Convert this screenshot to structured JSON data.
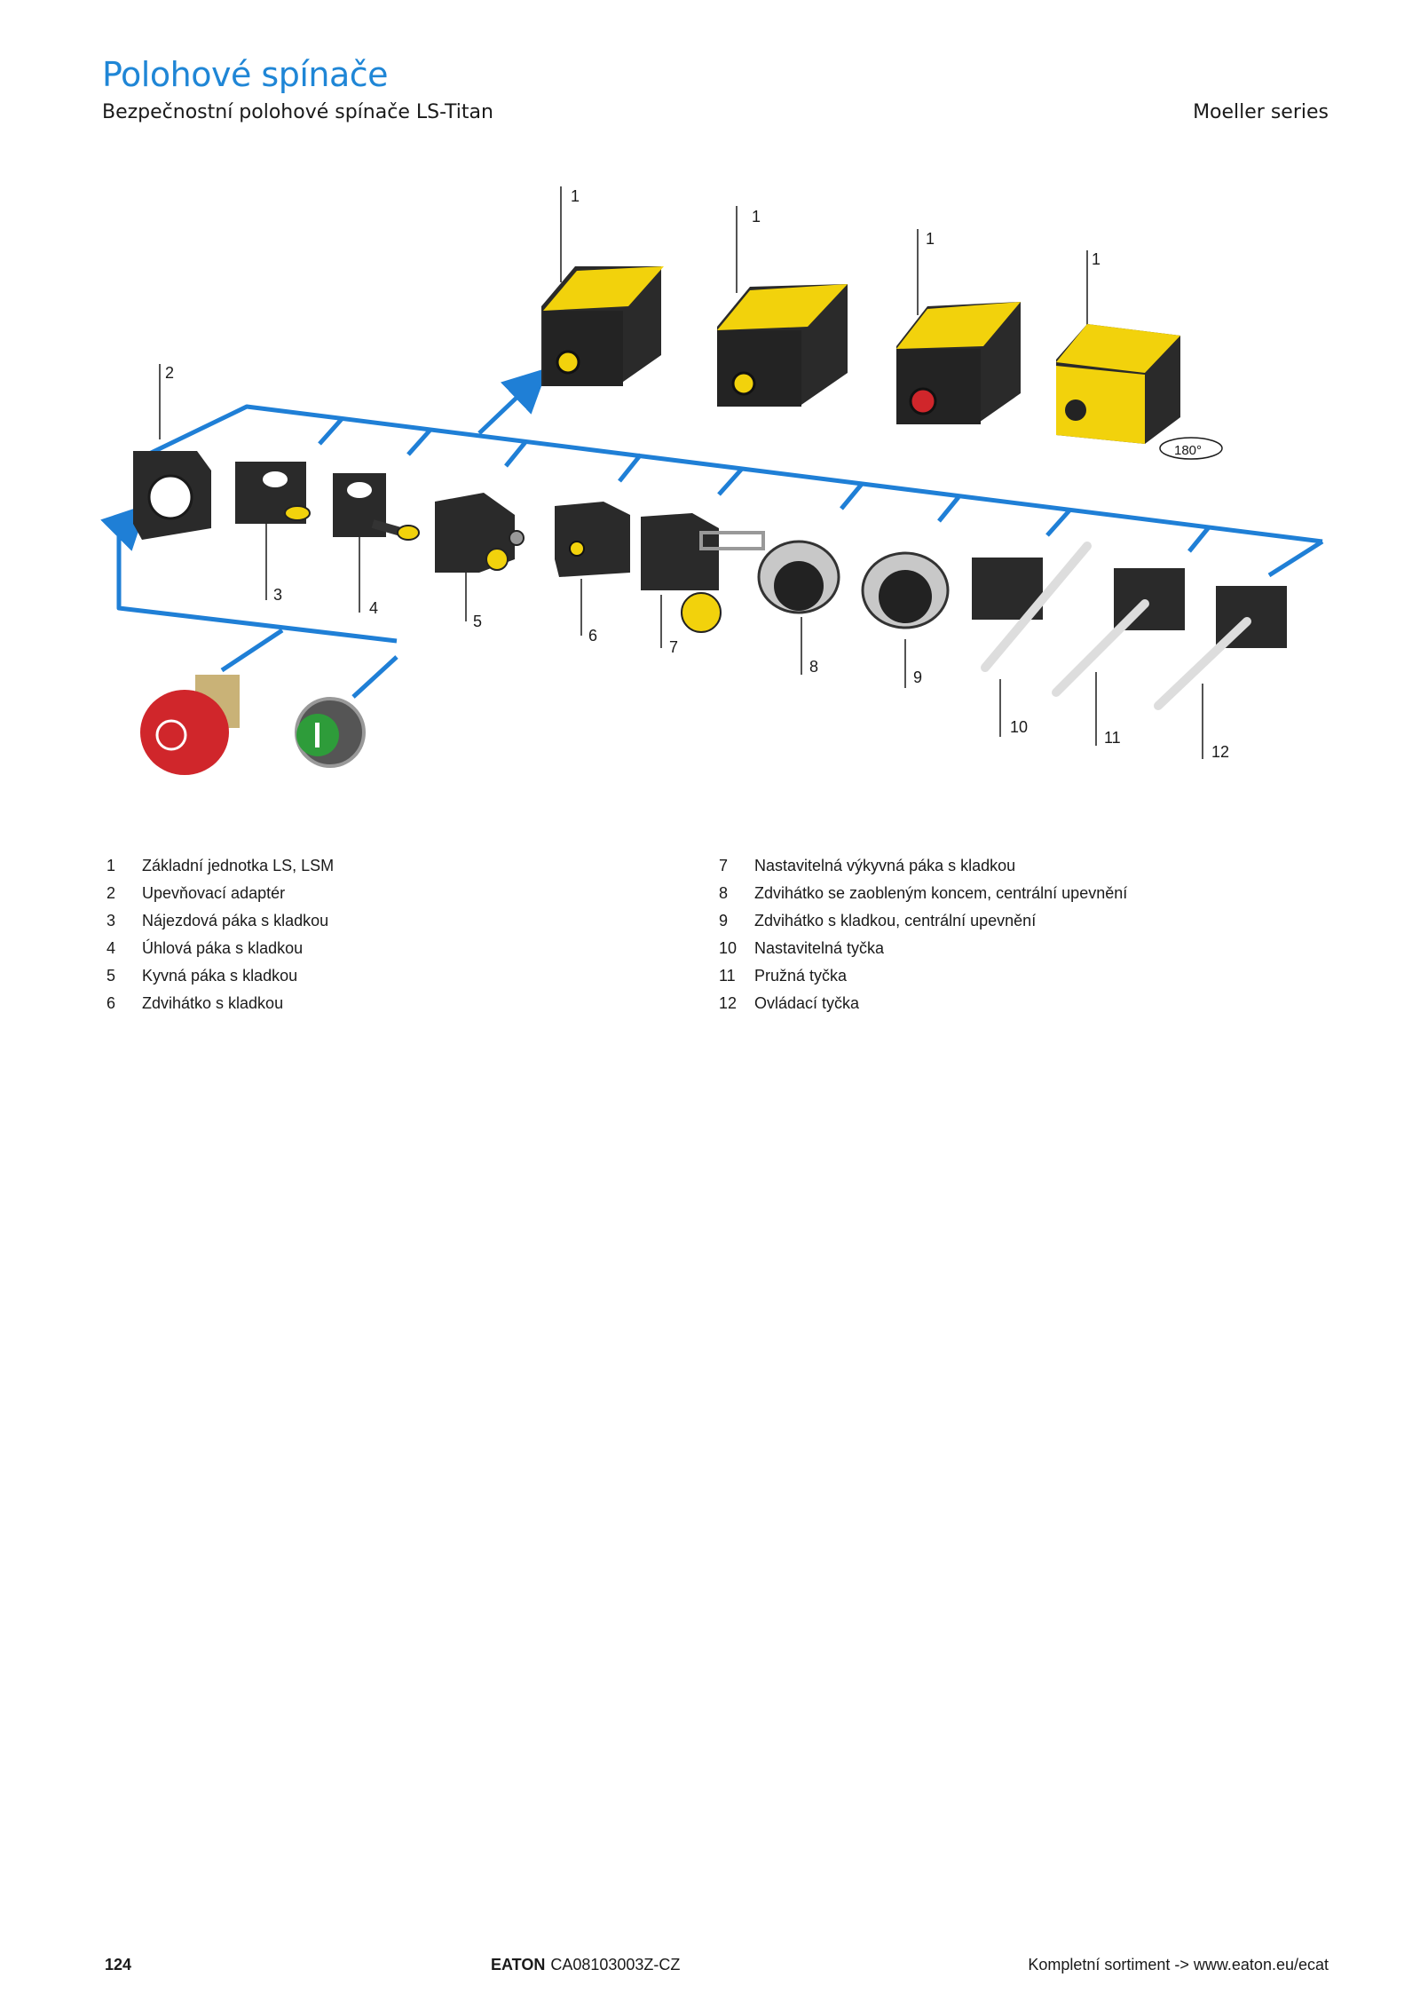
{
  "header": {
    "title": "Polohové spínače",
    "subtitle": "Bezpečnostní polohové spínače LS-Titan",
    "series": "Moeller series"
  },
  "figure": {
    "callouts": [
      "1",
      "1",
      "1",
      "1",
      "2",
      "3",
      "4",
      "5",
      "6",
      "7",
      "8",
      "9",
      "10",
      "11",
      "12"
    ],
    "rotation_label": "180°",
    "colors": {
      "connector": "#1f7fd6",
      "housing": "#2a2a2a",
      "cover": "#f2d20c",
      "stop_button": "#d0262b",
      "start_button": "#2e9c3a"
    }
  },
  "legend": {
    "left": [
      {
        "num": "1",
        "text": "Základní jednotka LS, LSM"
      },
      {
        "num": "2",
        "text": "Upevňovací adaptér"
      },
      {
        "num": "3",
        "text": "Nájezdová páka s kladkou"
      },
      {
        "num": "4",
        "text": "Úhlová páka s kladkou"
      },
      {
        "num": "5",
        "text": "Kyvná páka s kladkou"
      },
      {
        "num": "6",
        "text": "Zdvihátko s kladkou"
      }
    ],
    "right": [
      {
        "num": "7",
        "text": "Nastavitelná výkyvná páka s kladkou"
      },
      {
        "num": "8",
        "text": "Zdvihátko se zaobleným koncem, centrální upevnění"
      },
      {
        "num": "9",
        "text": "Zdvihátko s kladkou, centrální upevnění"
      },
      {
        "num": "10",
        "text": "Nastavitelná tyčka"
      },
      {
        "num": "11",
        "text": "Pružná tyčka"
      },
      {
        "num": "12",
        "text": "Ovládací tyčka"
      }
    ]
  },
  "footer": {
    "page_number": "124",
    "brand": "EATON",
    "document_code": "CA08103003Z-CZ",
    "catalog_link": "Kompletní sortiment -> www.eaton.eu/ecat"
  }
}
